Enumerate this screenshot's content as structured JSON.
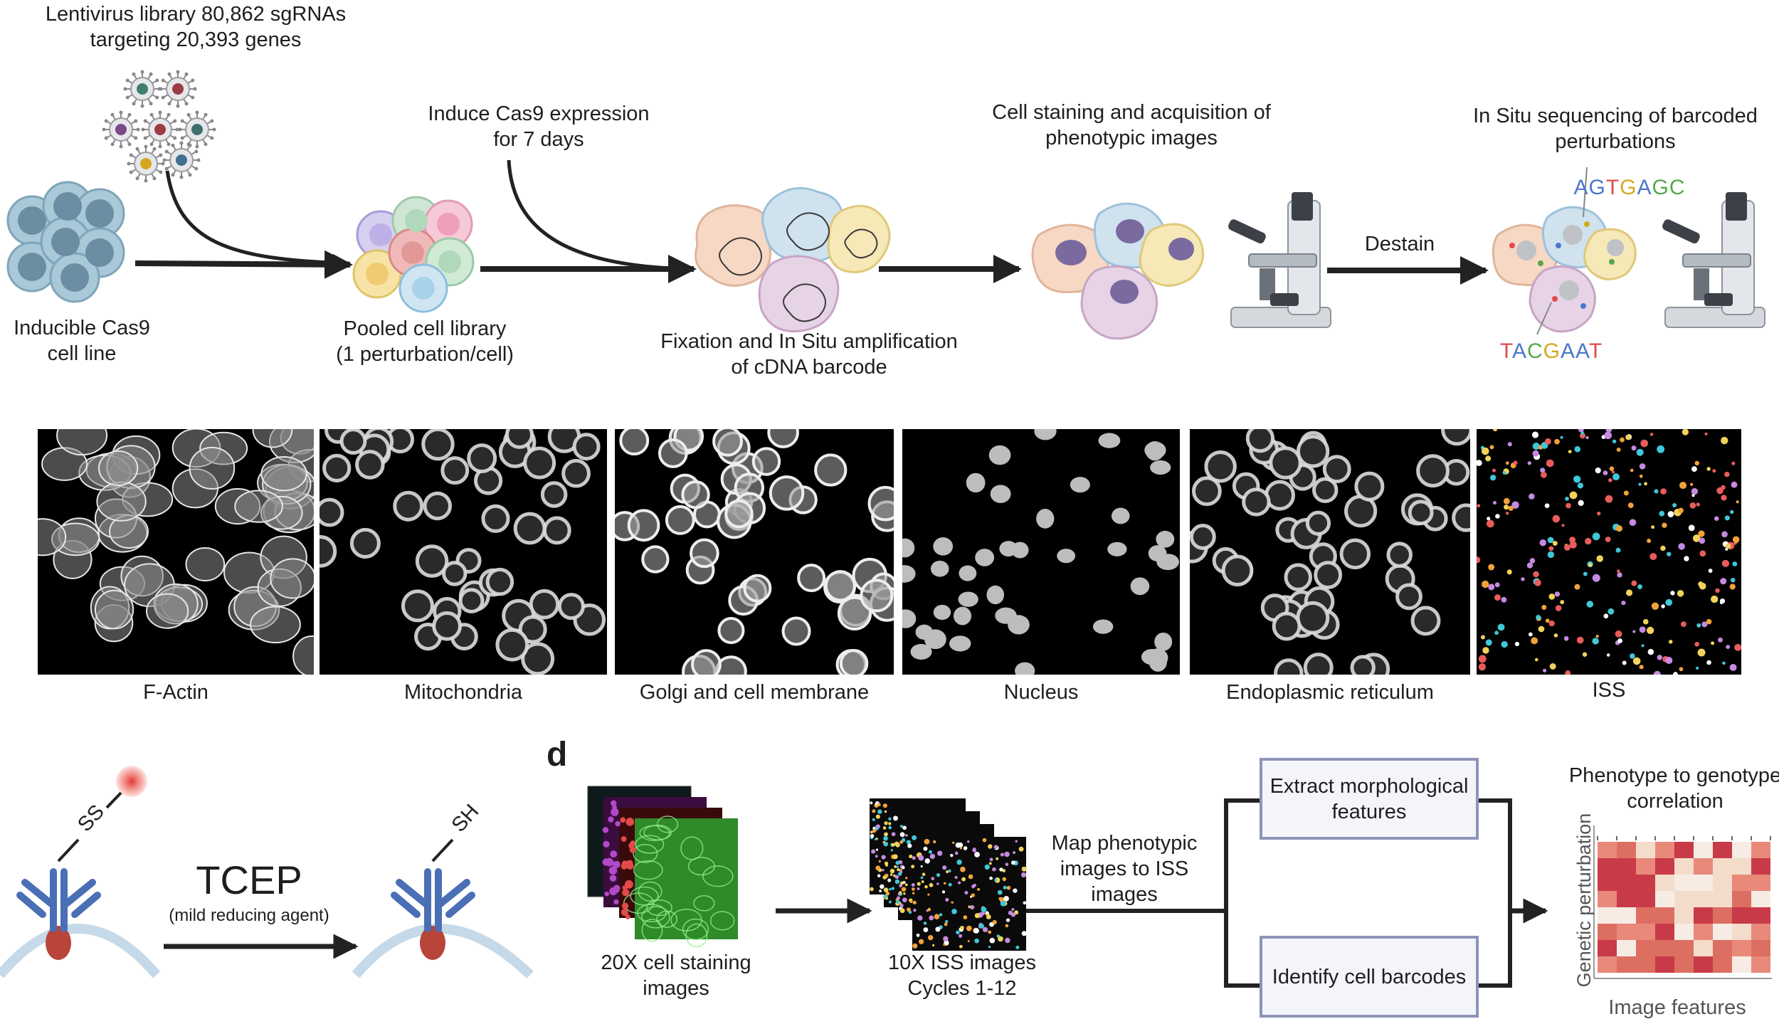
{
  "top": {
    "library": [
      "Lentivirus library 80,862 sgRNAs",
      "targeting 20,393 genes"
    ],
    "cell_line": [
      "Inducible Cas9",
      "cell line"
    ],
    "induce": [
      "Induce Cas9 expression",
      "for 7 days"
    ],
    "pooled": [
      "Pooled cell library",
      "(1 perturbation/cell)"
    ],
    "fixation": [
      "Fixation and In Situ amplification",
      "of cDNA barcode"
    ],
    "staining": [
      "Cell staining and acquisition of",
      "phenotypic images"
    ],
    "destain": "Destain",
    "iss_seq": [
      "In Situ sequencing of barcoded",
      "perturbations"
    ],
    "seq_top": [
      {
        "ch": "A",
        "color": "#4a78c8"
      },
      {
        "ch": "G",
        "color": "#4a78c8"
      },
      {
        "ch": "T",
        "color": "#e24a4a"
      },
      {
        "ch": "G",
        "color": "#d4a81e"
      },
      {
        "ch": "A",
        "color": "#4a78c8"
      },
      {
        "ch": "G",
        "color": "#56a84a"
      },
      {
        "ch": "C",
        "color": "#56a84a"
      }
    ],
    "seq_bottom": [
      {
        "ch": "T",
        "color": "#e24a4a"
      },
      {
        "ch": "A",
        "color": "#4a78c8"
      },
      {
        "ch": "C",
        "color": "#56a84a"
      },
      {
        "ch": "G",
        "color": "#d4a81e"
      },
      {
        "ch": "A",
        "color": "#4a78c8"
      },
      {
        "ch": "A",
        "color": "#4a78c8"
      },
      {
        "ch": "T",
        "color": "#e24a4a"
      }
    ]
  },
  "images": [
    {
      "label": "F-Actin",
      "kind": "actin"
    },
    {
      "label": "Mitochondria",
      "kind": "ring"
    },
    {
      "label": "Golgi and cell membrane",
      "kind": "blob"
    },
    {
      "label": "Nucleus",
      "kind": "nucleus"
    },
    {
      "label": "Endoplasmic reticulum",
      "kind": "ring"
    },
    {
      "label": "ISS",
      "kind": "iss"
    }
  ],
  "tcep": {
    "ss": "SS",
    "sh": "SH",
    "reagent": "TCEP",
    "reagent_note": "(mild reducing agent)"
  },
  "workflow": {
    "panel_letter": "d",
    "staining_images": [
      "20X cell staining",
      "images"
    ],
    "iss_images": [
      "10X ISS images",
      "Cycles 1-12"
    ],
    "map": [
      "Map phenotypic",
      "images to ISS",
      "images"
    ],
    "extract": [
      "Extract morphological",
      "features"
    ],
    "identify": [
      "Identify cell barcodes"
    ],
    "correlation": [
      "Phenotype to genotype",
      "correlation"
    ],
    "heatmap_ylabel": "Genetic perturbation",
    "heatmap_xlabel": "Image features"
  },
  "colors": {
    "arrow": "#222222",
    "box_border": "#8e93b8",
    "antibody": "#4a6fb5",
    "antigen": "#b8443a",
    "membrane": "#c6d9e8",
    "heat_low": "#f4dccb",
    "heat_mid": "#e8897a",
    "heat_high": "#c93a48"
  }
}
